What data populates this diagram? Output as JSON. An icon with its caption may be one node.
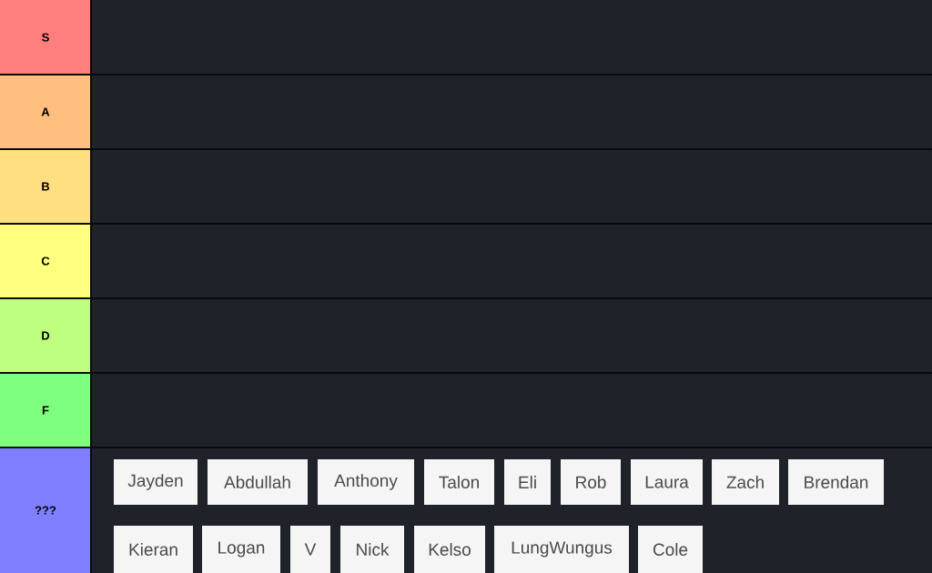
{
  "diagram": {
    "nodes": [
      {
        "text": [
          "S"
        ]
      },
      {
        "text": [],
        "shape": "box"
      },
      {
        "text": [
          "A"
        ]
      },
      {
        "text": [],
        "shape": "box"
      },
      {
        "text": [
          "B"
        ]
      },
      {
        "text": [],
        "shape": "box"
      },
      {
        "text": [
          "C"
        ]
      },
      {
        "text": [],
        "shape": "box"
      },
      {
        "text": [
          "D"
        ]
      },
      {
        "text": [],
        "shape": "box"
      },
      {
        "text": [
          "F"
        ]
      },
      {
        "text": [],
        "shape": "box"
      },
      {
        "text": [
          "???"
        ]
      },
      {
        "text": [],
        "shape": "box"
      },
      {
        "text": [
          "Jayden"
        ],
        "in": 13
      },
      {
        "text": [
          "Abdullah"
        ],
        "in": 13
      },
      {
        "text": [
          "Anthony"
        ],
        "in": 13
      },
      {
        "text": [
          "Talon"
        ],
        "in": 13
      },
      {
        "text": [
          "Eli"
        ],
        "in": 13
      },
      {
        "text": [
          "Rob"
        ],
        "in": 13
      },
      {
        "text": [
          "Laura"
        ],
        "in": 13
      },
      {
        "text": [
          "Zach"
        ],
        "in": 13
      },
      {
        "text": [
          "Brendan"
        ],
        "in": 13
      },
      {
        "text": [
          "Kieran"
        ],
        "in": 13
      },
      {
        "text": [
          "Logan"
        ],
        "in": 13
      },
      {
        "text": [
          "V"
        ],
        "in": 13
      },
      {
        "text": [
          "Nick"
        ],
        "in": 13
      },
      {
        "text": [
          "Kelso"
        ],
        "in": 13
      },
      {
        "text": [
          "LungWungus"
        ],
        "in": 13
      },
      {
        "text": [
          "Cole"
        ],
        "in": 13
      }
    ]
  }
}
